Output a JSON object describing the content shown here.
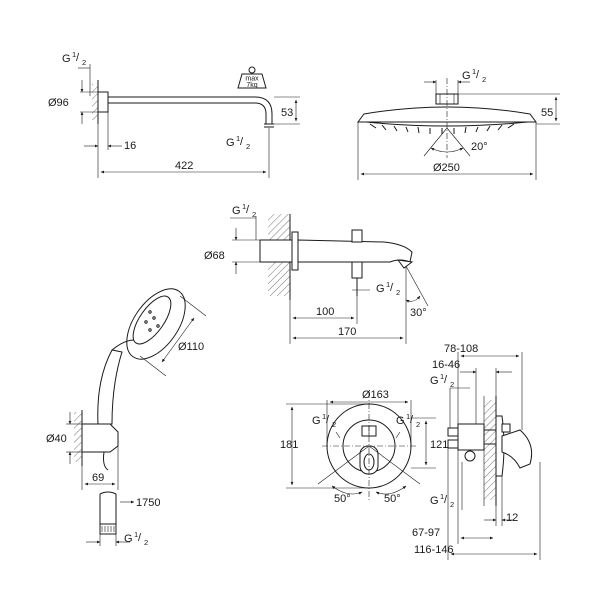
{
  "shower_arm": {
    "thread_top": "G",
    "thread_top_num": "1",
    "thread_top_den": "2",
    "flange_diameter": "Ø96",
    "height": "53",
    "flange_depth": "16",
    "thread_outlet": "G",
    "thread_outlet_num": "1",
    "thread_outlet_den": "2",
    "length": "422",
    "weight_label_1": "max",
    "weight_label_2": "7kg"
  },
  "head_shower": {
    "thread": "G",
    "thread_num": "1",
    "thread_den": "2",
    "height": "55",
    "angle": "20°",
    "diameter": "Ø250"
  },
  "bath_spout": {
    "thread_top": "G",
    "thread_top_num": "1",
    "thread_top_den": "2",
    "rosette_diameter": "Ø68",
    "thread_bottom": "G",
    "thread_bottom_num": "1",
    "thread_bottom_den": "2",
    "angle": "30°",
    "outlet_distance": "100",
    "length": "170"
  },
  "hand_shower": {
    "diameter": "Ø110",
    "holder_diameter": "Ø40",
    "holder_depth": "69",
    "hose_length": "1750",
    "thread": "G",
    "thread_num": "1",
    "thread_den": "2"
  },
  "mixer_front": {
    "rosette_diameter": "Ø163",
    "thread_left": "G",
    "thread_left_num": "1",
    "thread_left_den": "2",
    "thread_right": "G",
    "thread_right_num": "1",
    "thread_right_den": "2",
    "height": "181",
    "outlet_spacing": "121",
    "angle_left": "50°",
    "angle_right": "50°"
  },
  "mixer_side": {
    "install_depth": "78-108",
    "rough_depth": "16-46",
    "thread_top": "G",
    "thread_top_num": "1",
    "thread_top_den": "2",
    "thread_bottom": "G",
    "thread_bottom_num": "1",
    "thread_bottom_den": "2",
    "body_depth": "67-97",
    "total_depth": "116-146",
    "wall_offset": "12"
  }
}
